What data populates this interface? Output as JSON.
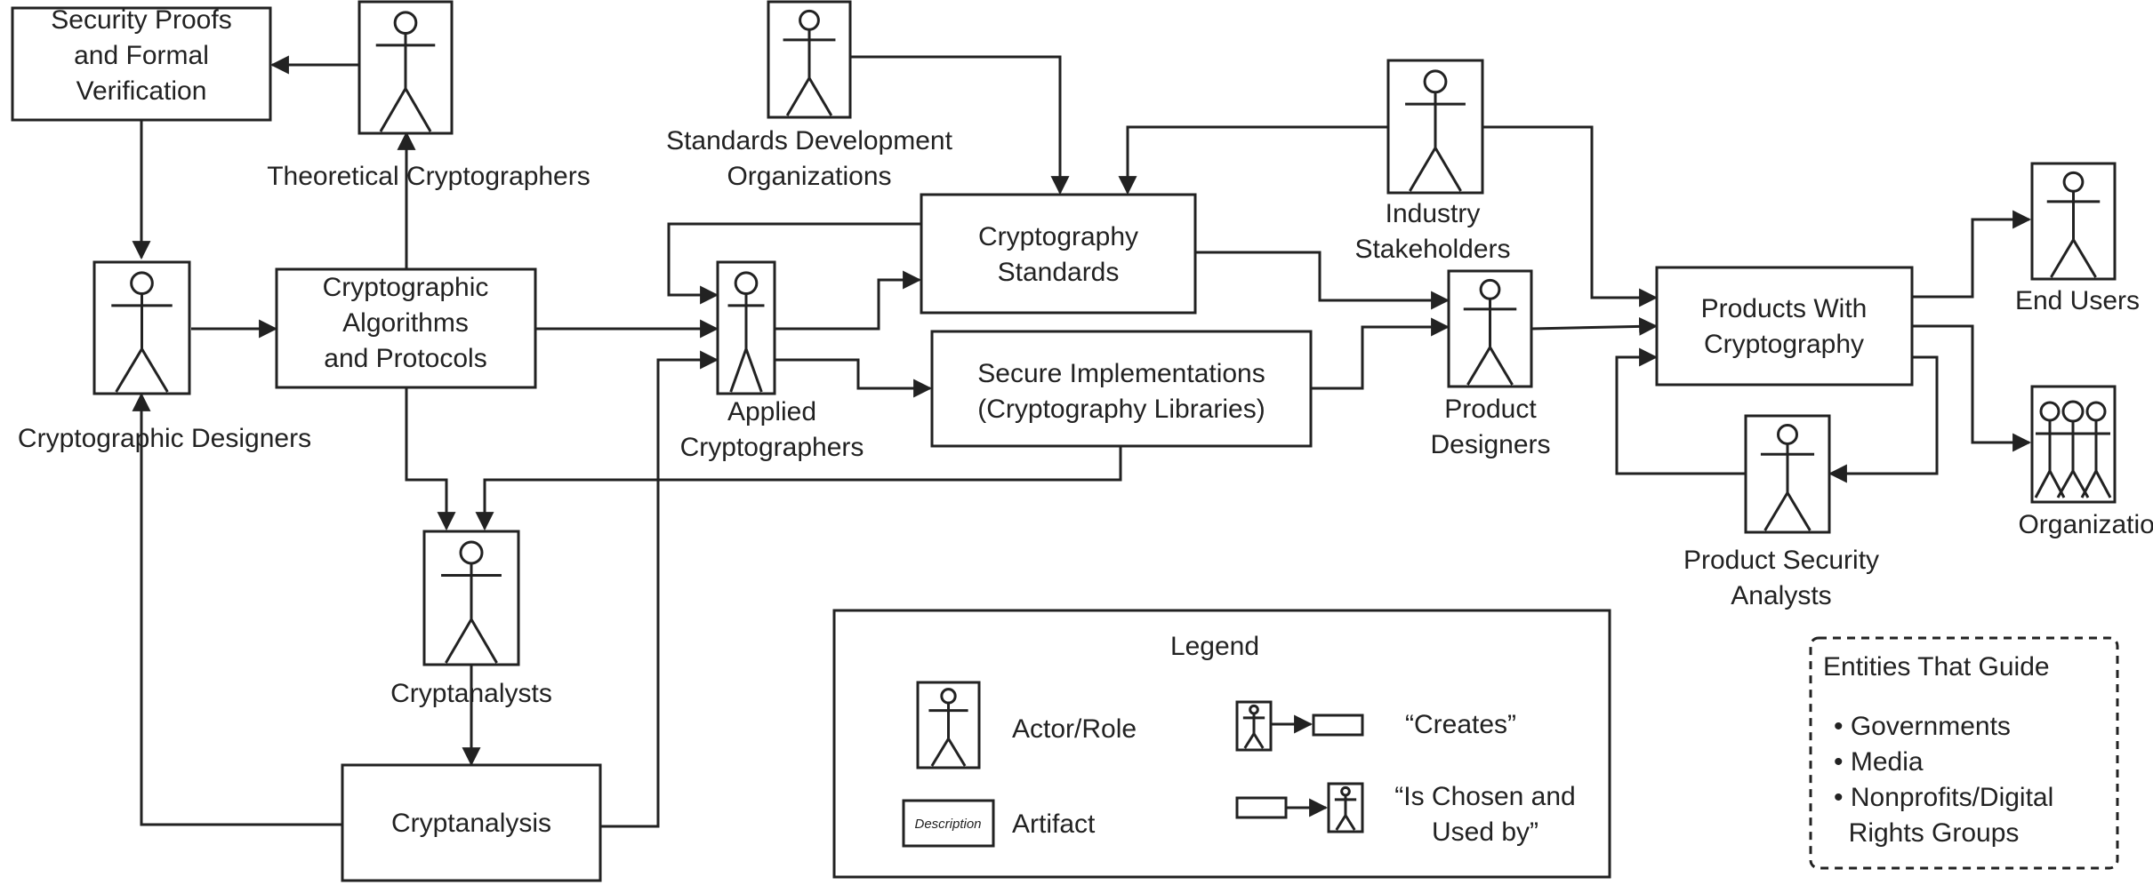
{
  "artifacts": {
    "security_proofs": [
      "Security Proofs",
      "and Formal",
      "Verification"
    ],
    "algorithms": [
      "Cryptographic",
      "Algorithms",
      "and Protocols"
    ],
    "cryptanalysis": [
      "Cryptanalysis"
    ],
    "standards": [
      "Cryptography",
      "Standards"
    ],
    "implementations": [
      "Secure Implementations",
      "(Cryptography Libraries)"
    ],
    "products": [
      "Products With",
      "Cryptography"
    ]
  },
  "actors": {
    "theoretical": [
      "Theoretical Cryptographers"
    ],
    "designers": [
      "Cryptographic Designers"
    ],
    "cryptanalysts": [
      "Cryptanalysts"
    ],
    "sdo": [
      "Standards Development",
      "Organizations"
    ],
    "applied": [
      "Applied",
      "Cryptographers"
    ],
    "industry": [
      "Industry",
      "Stakeholders"
    ],
    "product_designers": [
      "Product",
      "Designers"
    ],
    "security_analysts": [
      "Product Security",
      "Analysts"
    ],
    "end_users": [
      "End Users"
    ],
    "organizations": [
      "Organizations"
    ]
  },
  "legend": {
    "title": "Legend",
    "actor_role": "Actor/Role",
    "artifact": "Artifact",
    "artifact_sample": "Description",
    "creates": "“Creates”",
    "chosen": [
      "“Is Chosen and",
      "Used by”"
    ]
  },
  "guide": {
    "title": "Entities That Guide",
    "items": [
      "• Governments",
      "• Media",
      "• Nonprofits/Digital",
      "  Rights Groups"
    ]
  }
}
